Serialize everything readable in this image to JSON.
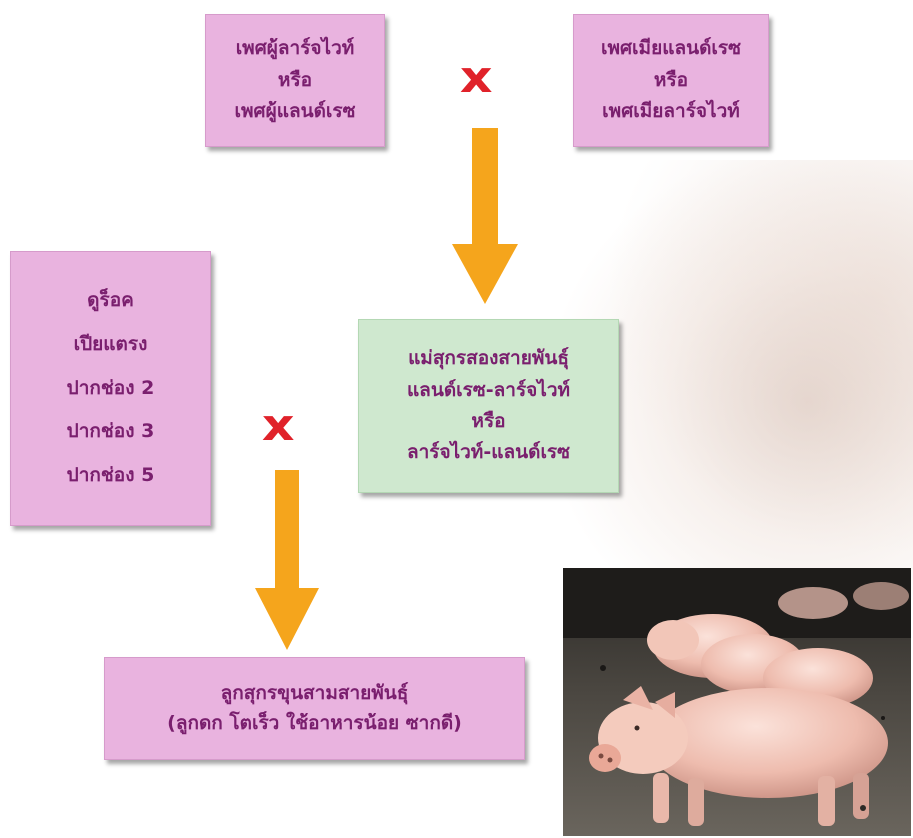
{
  "diagram": {
    "male_parent": {
      "lines": [
        "เพศผู้ลาร์จไวท์",
        "หรือ",
        "เพศผู้แลนด์เรซ"
      ]
    },
    "female_parent": {
      "lines": [
        "เพศเมียแลนด์เรซ",
        "หรือ",
        "เพศเมียลาร์จไวท์"
      ]
    },
    "cross_symbol": "x",
    "crossbred_sow": {
      "lines": [
        "แม่สุกรสองสายพันธุ์",
        "แลนด์เรซ-ลาร์จไวท์",
        "หรือ",
        "ลาร์จไวท์-แลนด์เรซ"
      ]
    },
    "terminal_sires": {
      "lines": [
        "ดูร็อค",
        "เปียแตรง",
        "ปากช่อง 2",
        "ปากช่อง 3",
        "ปากช่อง 5"
      ]
    },
    "offspring": {
      "lines": [
        "ลูกสุกรขุนสามสายพันธุ์",
        "(ลูกดก โตเร็ว ใช้อาหารน้อย ซากดี)"
      ]
    }
  },
  "colors": {
    "pink_box": "#e9b3df",
    "green_box": "#cfe8cf",
    "text": "#7a1f6e",
    "cross": "#e0222a",
    "arrow": "#f5a51c"
  },
  "photo": {
    "subject": "pigs-photo"
  }
}
